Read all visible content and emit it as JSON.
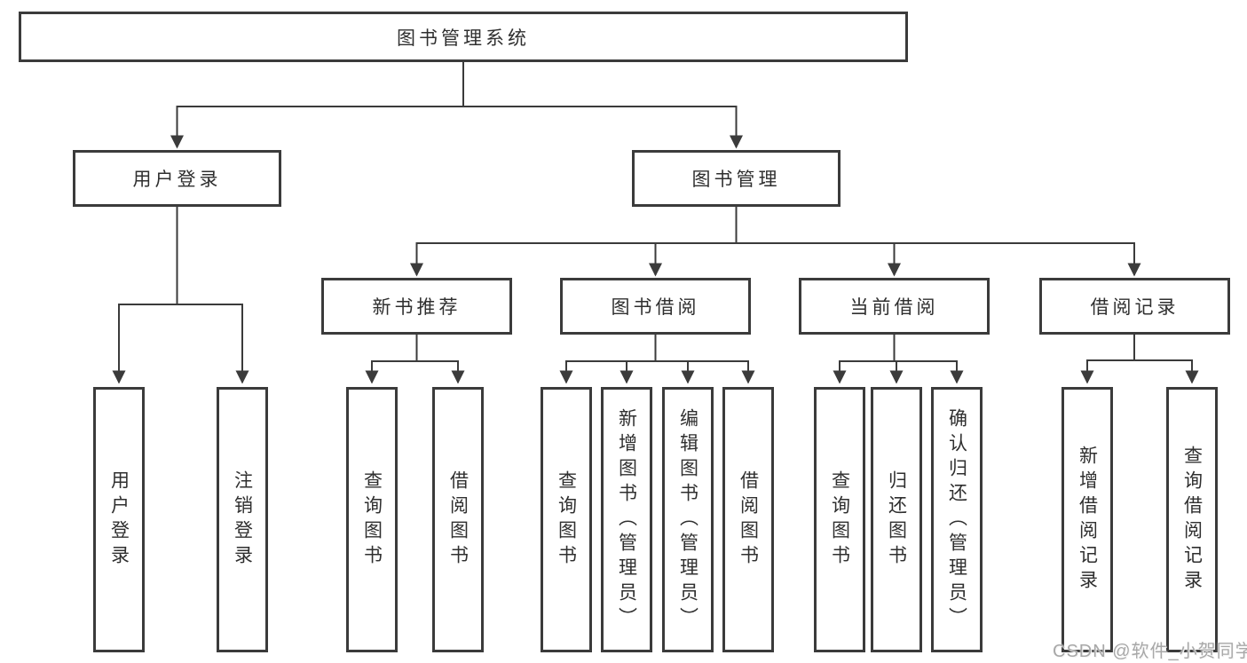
{
  "tree": {
    "root": {
      "label": "图书管理系统"
    },
    "branches": [
      {
        "label": "用户登录",
        "children": [
          {
            "label": "用户登录"
          },
          {
            "label": "注销登录"
          }
        ]
      },
      {
        "label": "图书管理",
        "groups": [
          {
            "label": "新书推荐",
            "children": [
              {
                "label": "查询图书"
              },
              {
                "label": "借阅图书"
              }
            ]
          },
          {
            "label": "图书借阅",
            "children": [
              {
                "label": "查询图书"
              },
              {
                "label": "新增图书（管理员）"
              },
              {
                "label": "编辑图书（管理员）"
              },
              {
                "label": "借阅图书"
              }
            ]
          },
          {
            "label": "当前借阅",
            "children": [
              {
                "label": "查询图书"
              },
              {
                "label": "归还图书"
              },
              {
                "label": "确认归还（管理员）"
              }
            ]
          },
          {
            "label": "借阅记录",
            "children": [
              {
                "label": "新增借阅记录"
              },
              {
                "label": "查询借阅记录"
              }
            ]
          }
        ]
      }
    ]
  },
  "watermark": {
    "text": "CSDN @软件_小贺同学"
  },
  "colors": {
    "line": "#3b3b3b",
    "box_border": "#3b3b3b",
    "text": "#2f2f2f",
    "watermark": "#a8a8a8",
    "background": "#ffffff"
  }
}
